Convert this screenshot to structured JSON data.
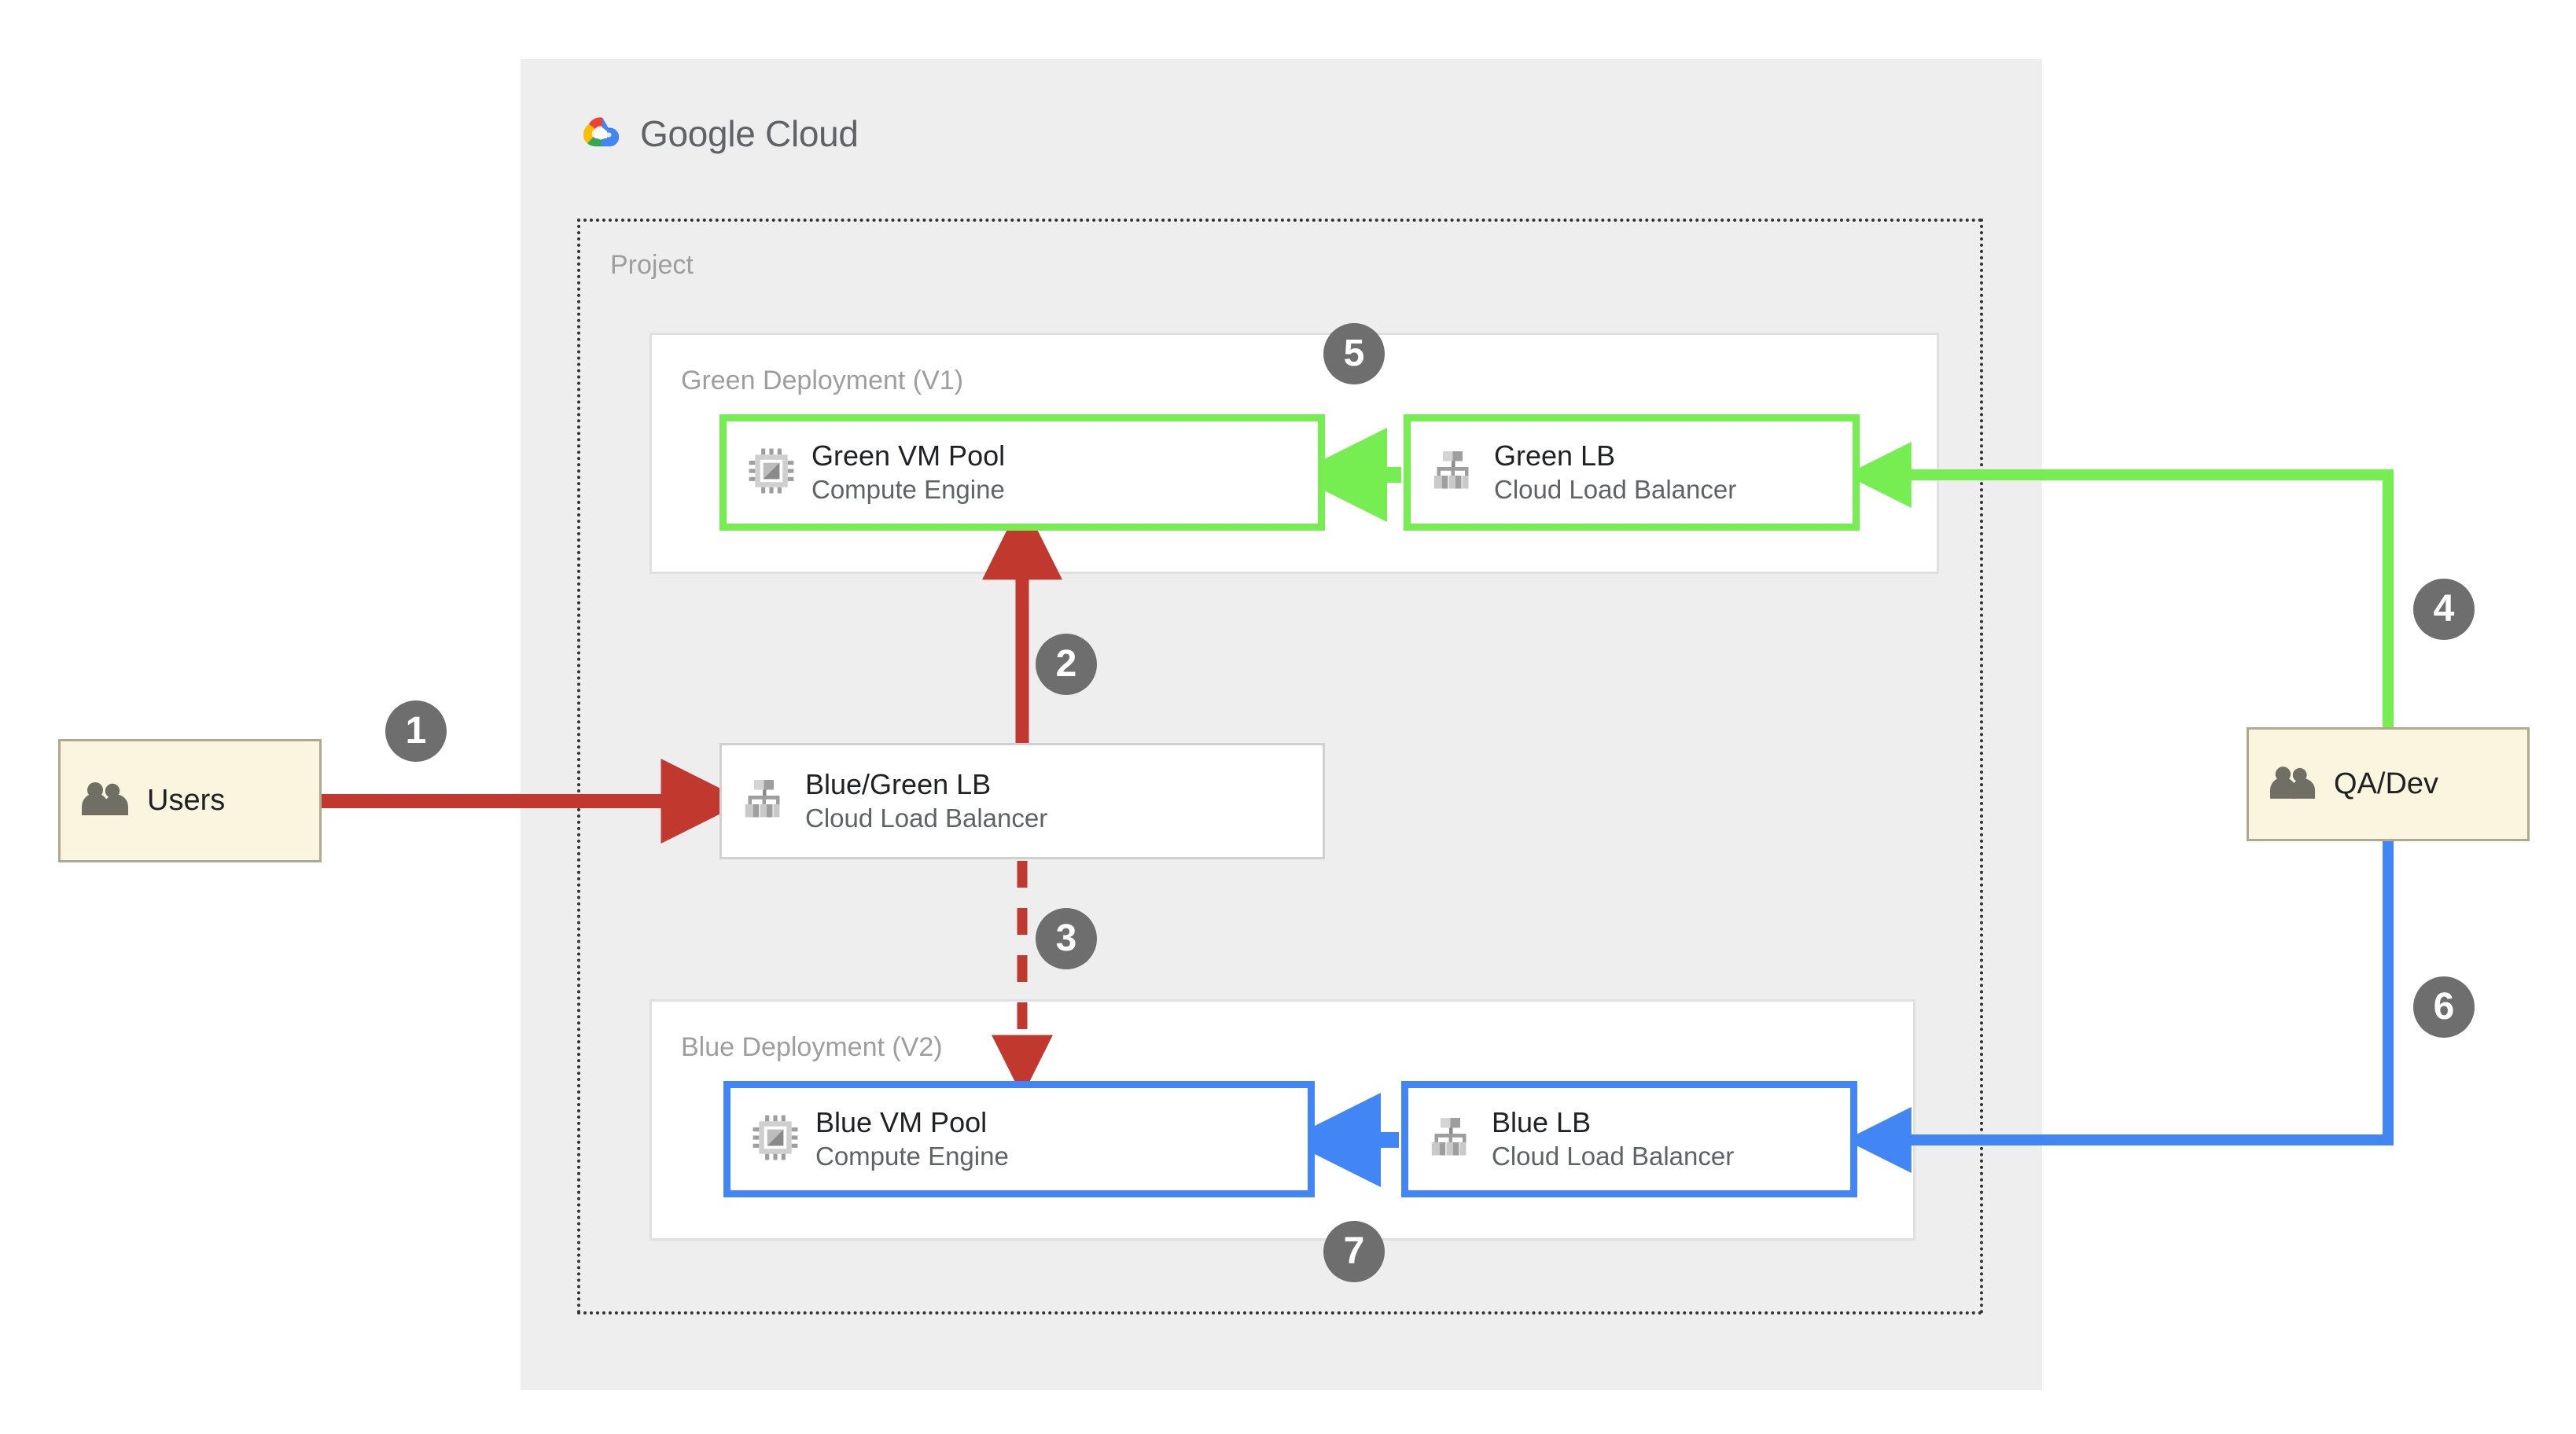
{
  "cloud": {
    "provider_name_bold": "Google",
    "provider_name_light": "Cloud",
    "logo_icon": "google-cloud-logo"
  },
  "project": {
    "label": "Project"
  },
  "groups": {
    "green": {
      "label": "Green Deployment (V1)"
    },
    "blue": {
      "label": "Blue Deployment (V2)"
    }
  },
  "nodes": {
    "green_vm": {
      "title": "Green VM Pool",
      "subtitle": "Compute Engine",
      "icon": "compute-engine-icon",
      "accent": "#76EE51"
    },
    "green_lb": {
      "title": "Green LB",
      "subtitle": "Cloud Load Balancer",
      "icon": "cloud-load-balancer-icon",
      "accent": "#76EE51"
    },
    "bluegreen_lb": {
      "title": "Blue/Green LB",
      "subtitle": "Cloud Load Balancer",
      "icon": "cloud-load-balancer-icon",
      "accent": "#d0d0d0"
    },
    "blue_vm": {
      "title": "Blue VM Pool",
      "subtitle": "Compute Engine",
      "icon": "compute-engine-icon",
      "accent": "#4285F4"
    },
    "blue_lb": {
      "title": "Blue LB",
      "subtitle": "Cloud Load Balancer",
      "icon": "cloud-load-balancer-icon",
      "accent": "#4285F4"
    }
  },
  "actors": {
    "users": {
      "label": "Users",
      "icon": "people-icon"
    },
    "qa_dev": {
      "label": "QA/Dev",
      "icon": "people-icon"
    }
  },
  "steps": [
    {
      "number": "1",
      "from": "Users",
      "to": "Blue/Green LB",
      "style": "solid",
      "color": "#C0382E"
    },
    {
      "number": "2",
      "from": "Blue/Green LB",
      "to": "Green VM Pool",
      "style": "solid",
      "color": "#C0382E"
    },
    {
      "number": "3",
      "from": "Blue/Green LB",
      "to": "Blue VM Pool",
      "style": "dashed",
      "color": "#C0382E"
    },
    {
      "number": "4",
      "from": "QA/Dev",
      "to": "Green LB",
      "style": "solid",
      "color": "#76EE51"
    },
    {
      "number": "5",
      "from": "Green LB",
      "to": "Green VM Pool",
      "style": "solid",
      "color": "#76EE51"
    },
    {
      "number": "6",
      "from": "QA/Dev",
      "to": "Blue LB",
      "style": "solid",
      "color": "#4285F4"
    },
    {
      "number": "7",
      "from": "Blue LB",
      "to": "Blue VM Pool",
      "style": "solid",
      "color": "#4285F4"
    }
  ],
  "colors": {
    "green": "#76EE51",
    "blue": "#4285F4",
    "red": "#C0382E",
    "badge_gray": "#6e6e6e",
    "panel_gray": "#eeeeee",
    "actor_cream": "#FAF5DE"
  }
}
